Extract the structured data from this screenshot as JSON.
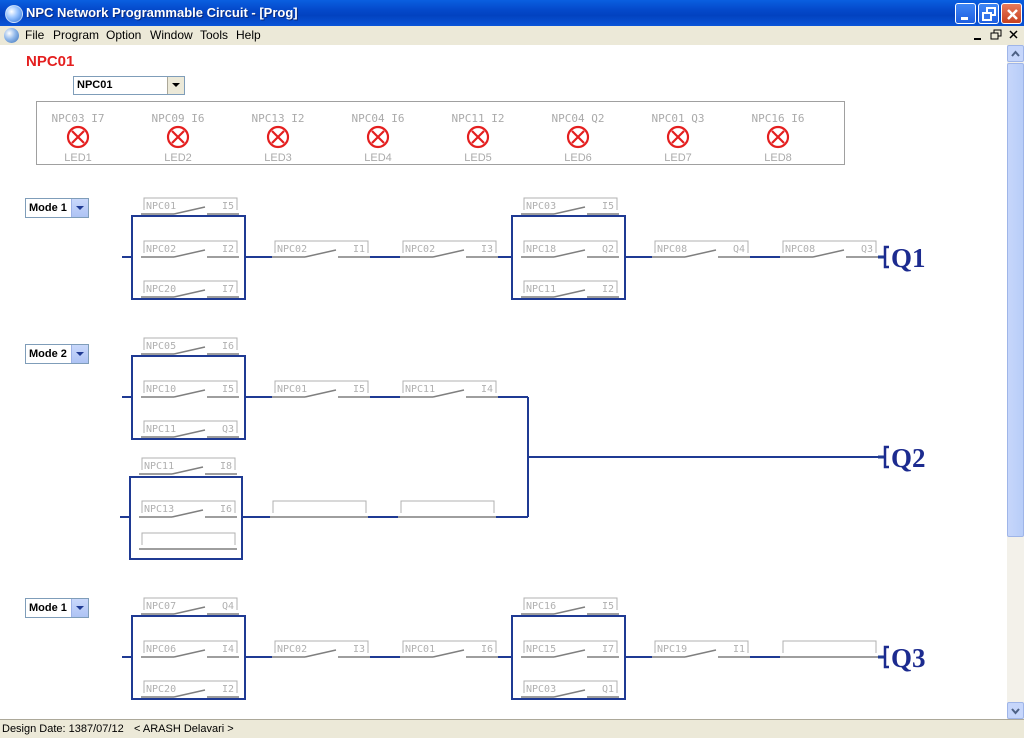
{
  "window": {
    "title": "NPC Network Programmable Circuit - [Prog]"
  },
  "menu": {
    "items": [
      "File",
      "Program",
      "Option",
      "Window",
      "Tools",
      "Help"
    ]
  },
  "page": {
    "title": "NPC01",
    "node_select": "NPC01"
  },
  "leds": [
    {
      "source": "NPC03  I7",
      "label": "LED1"
    },
    {
      "source": "NPC09  I6",
      "label": "LED2"
    },
    {
      "source": "NPC13  I2",
      "label": "LED3"
    },
    {
      "source": "NPC04  I6",
      "label": "LED4"
    },
    {
      "source": "NPC11  I2",
      "label": "LED5"
    },
    {
      "source": "NPC04  Q2",
      "label": "LED6"
    },
    {
      "source": "NPC01  Q3",
      "label": "LED7"
    },
    {
      "source": "NPC16  I6",
      "label": "LED8"
    }
  ],
  "rungs": [
    {
      "mode": "Mode 1",
      "coil": "Q1",
      "branch1": [
        {
          "npc": "NPC01",
          "io": "I5"
        },
        {
          "npc": "NPC02",
          "io": "I2"
        },
        {
          "npc": "NPC20",
          "io": "I7"
        }
      ],
      "series1": [
        {
          "npc": "NPC02",
          "io": "I1"
        },
        {
          "npc": "NPC02",
          "io": "I3"
        }
      ],
      "branch2": [
        {
          "npc": "NPC03",
          "io": "I5"
        },
        {
          "npc": "NPC18",
          "io": "Q2"
        },
        {
          "npc": "NPC11",
          "io": "I2"
        }
      ],
      "series2": [
        {
          "npc": "NPC08",
          "io": "Q4"
        },
        {
          "npc": "NPC08",
          "io": "Q3"
        }
      ]
    },
    {
      "mode": "Mode 2",
      "coil": "Q2",
      "branch1": [
        {
          "npc": "NPC05",
          "io": "I6"
        },
        {
          "npc": "NPC10",
          "io": "I5"
        },
        {
          "npc": "NPC11",
          "io": "Q3"
        }
      ],
      "series1": [
        {
          "npc": "NPC01",
          "io": "I5"
        },
        {
          "npc": "NPC11",
          "io": "I4"
        }
      ],
      "branch2": [
        {
          "npc": "NPC11",
          "io": "I8"
        },
        {
          "npc": "NPC13",
          "io": "I6"
        },
        {
          "npc": "",
          "io": ""
        }
      ],
      "series2": [
        {
          "npc": "",
          "io": ""
        },
        {
          "npc": "",
          "io": ""
        }
      ]
    },
    {
      "mode": "Mode 1",
      "coil": "Q3",
      "branch1": [
        {
          "npc": "NPC07",
          "io": "Q4"
        },
        {
          "npc": "NPC06",
          "io": "I4"
        },
        {
          "npc": "NPC20",
          "io": "I2"
        }
      ],
      "series1": [
        {
          "npc": "NPC02",
          "io": "I3"
        },
        {
          "npc": "NPC01",
          "io": "I6"
        }
      ],
      "branch2": [
        {
          "npc": "NPC16",
          "io": "I5"
        },
        {
          "npc": "NPC15",
          "io": "I7"
        },
        {
          "npc": "NPC03",
          "io": "Q1"
        }
      ],
      "series2": [
        {
          "npc": "NPC19",
          "io": "I1"
        },
        {
          "npc": "",
          "io": ""
        }
      ]
    }
  ],
  "status": {
    "design_date": "Design Date: 1387/07/12",
    "author": "< ARASH Delavari >"
  },
  "colors": {
    "wire": "#1f3a93",
    "led": "#e41f1f",
    "label": "#b0b0b0",
    "title": "#e41f1f"
  }
}
